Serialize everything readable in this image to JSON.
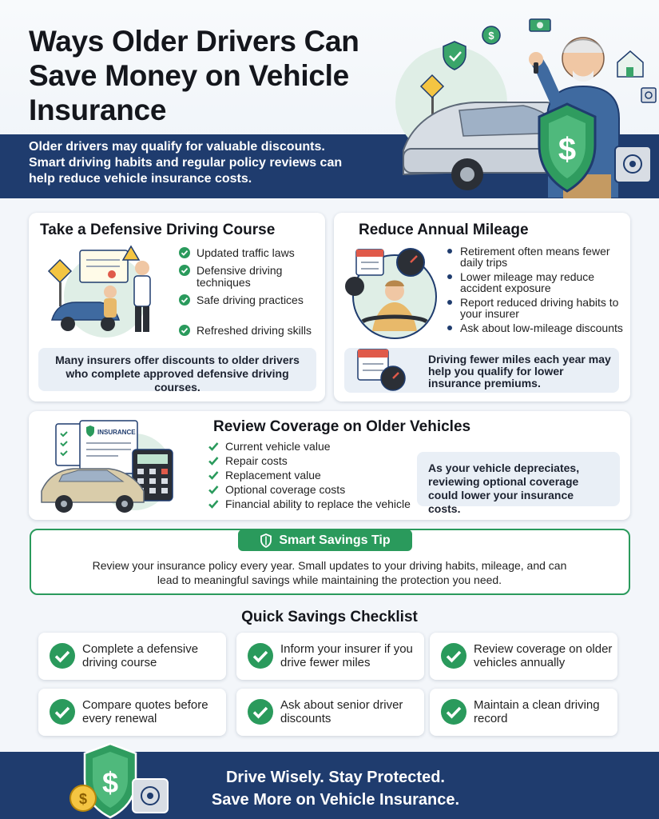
{
  "header": {
    "title": "Ways Older Drivers Can Save Money on Vehicle Insurance",
    "banner": "Older drivers may qualify for valuable discounts. Smart driving habits and regular policy reviews can help reduce vehicle insurance costs."
  },
  "defensive": {
    "title": "Take a Defensive Driving Course",
    "items": [
      "Updated traffic laws",
      "Defensive driving techniques",
      "Safe driving practices",
      "Refreshed driving skills"
    ],
    "note": "Many insurers offer discounts to older drivers who complete approved defensive driving courses."
  },
  "mileage": {
    "title": "Reduce Annual Mileage",
    "items": [
      "Retirement often means fewer daily trips",
      "Lower mileage may reduce accident exposure",
      "Report reduced driving habits to your insurer",
      "Ask about low-mileage discounts"
    ],
    "note": "Driving fewer miles each year may help you qualify for lower insurance premiums."
  },
  "coverage": {
    "title": "Review Coverage on Older Vehicles",
    "doc_label": "INSURANCE",
    "items": [
      "Current vehicle value",
      "Repair costs",
      "Replacement value",
      "Optional coverage costs",
      "Financial ability to replace the vehicle"
    ],
    "note": "As your vehicle depreciates, reviewing optional coverage could lower your insurance costs."
  },
  "tip": {
    "label": "Smart Savings Tip",
    "text": "Review your insurance policy every year. Small updates to your driving habits, mileage, and can lead to meaningful savings while maintaining the protection you need."
  },
  "checklist": {
    "title": "Quick Savings Checklist",
    "items": [
      "Complete a defensive driving course",
      "Inform your insurer if you drive fewer miles",
      "Review coverage on older vehicles annually",
      "Compare quotes before every renewal",
      "Ask about senior driver discounts",
      "Maintain a clean driving record"
    ]
  },
  "footer": {
    "line1": "Drive Wisely. Stay Protected.",
    "line2": "Save More on Vehicle Insurance."
  },
  "colors": {
    "navy": "#1f3c6e",
    "green": "#2a9a5c",
    "light_panel": "#e9eff6"
  },
  "icons": [
    "shield-dollar-icon",
    "check-circle-icon",
    "calendar-icon",
    "speedometer-icon",
    "calculator-icon",
    "safe-icon",
    "coin-icon",
    "house-icon",
    "money-icon"
  ]
}
